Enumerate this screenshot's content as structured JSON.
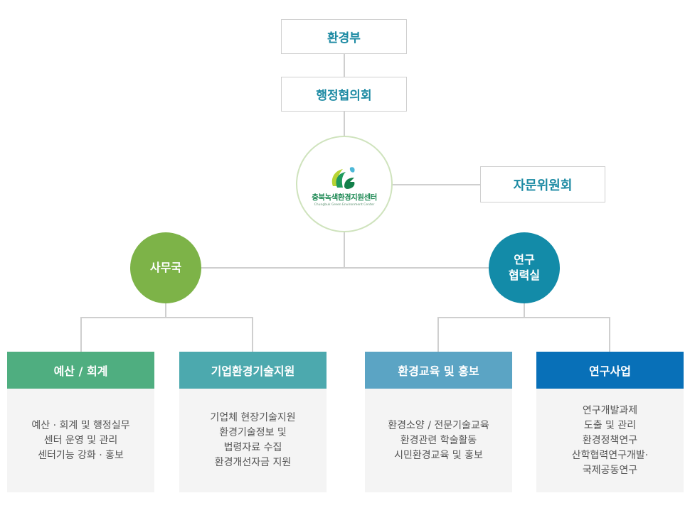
{
  "top": {
    "ministry": "환경부",
    "council": "행정협의회",
    "advisory": "자문위원회"
  },
  "center": {
    "name_kr": "충북녹색환경지원센터",
    "name_en": "Chungbuk Green Environment Center",
    "logo_icon": "leaf-g-logo-icon"
  },
  "departments": [
    {
      "label": "사무국",
      "color": "#7db348"
    },
    {
      "label_line1": "연구",
      "label_line2": "협력실",
      "color": "#138ba8"
    }
  ],
  "cards": [
    {
      "title": "예산 / 회계",
      "color": "#4fae80",
      "items": [
        "예산 · 회계 및 행정실무",
        "센터 운영 및 관리",
        "센터기능 강화 · 홍보"
      ]
    },
    {
      "title": "기업환경기술지원",
      "color": "#4ca9ae",
      "items": [
        "기업체 현장기술지원",
        "환경기술정보 및",
        "법령자료 수집",
        "환경개선자금 지원"
      ]
    },
    {
      "title": "환경교육 및 홍보",
      "color": "#5ba4c4",
      "items": [
        "환경소양 / 전문기술교육",
        "환경관련 학술활동",
        "시민환경교육 및 홍보"
      ]
    },
    {
      "title": "연구사업",
      "color": "#0870b8",
      "items": [
        "연구개발과제",
        "도출 및 관리",
        "환경정책연구",
        "산학협력연구개발·",
        "국제공동연구"
      ]
    }
  ]
}
